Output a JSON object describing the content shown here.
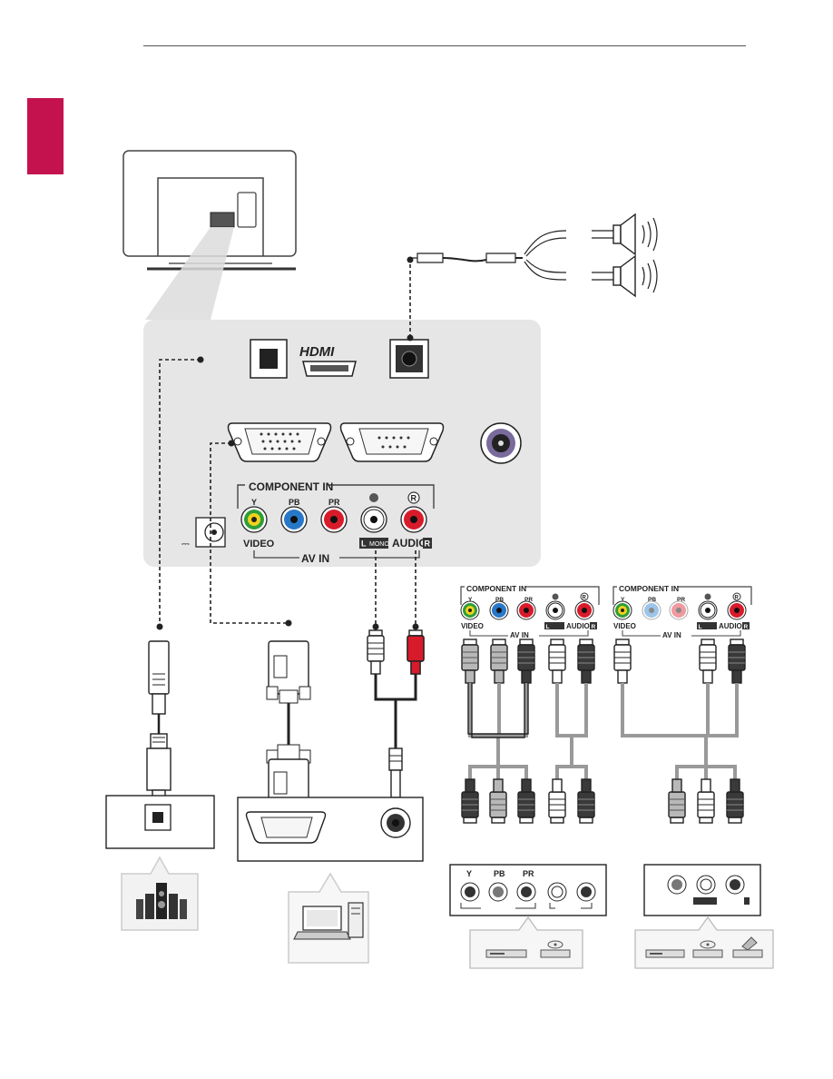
{
  "main_panel": {
    "hdmi_logo": "HDMI",
    "component_in": "COMPONENT IN",
    "component_y": "Y",
    "component_pb": "PB",
    "component_pr": "PR",
    "audio_r_badge": "R",
    "video": "VIDEO",
    "av_in": "AV IN",
    "audio_l_badge": "L",
    "mono": "MONO",
    "audio": "AUDIO",
    "audio_r_badge2": "R",
    "dc_symbol": "⎓"
  },
  "mini_panel_component": {
    "component_in": "COMPONENT IN",
    "y": "Y",
    "pb": "PB",
    "pr": "PR",
    "r_badge": "R",
    "video": "VIDEO",
    "av_in": "AV IN",
    "l_badge": "L",
    "audio": "AUDIO",
    "r_badge2": "R"
  },
  "mini_panel_av": {
    "component_in": "COMPONENT IN",
    "y": "Y",
    "pb": "PB",
    "pr": "PR",
    "r_badge": "R",
    "video": "VIDEO",
    "av_in": "AV IN",
    "l_badge": "L",
    "audio": "AUDIO",
    "r_badge2": "R"
  },
  "dvd_component_jacks": {
    "y": "Y",
    "pb": "PB",
    "pr": "PR"
  },
  "colors": {
    "accent_tab": "#c4124f",
    "panel_bg": "#e6e6e6",
    "jack_green": "#2e9e3a",
    "jack_yellow": "#f2d21b",
    "jack_blue": "#2778c8",
    "jack_red": "#d81b2b",
    "jack_white": "#ffffff",
    "plug_dark": "#3a3a3a"
  }
}
